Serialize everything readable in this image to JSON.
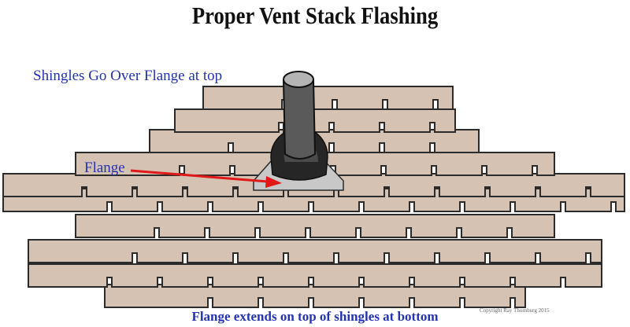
{
  "title": "Proper Vent Stack Flashing",
  "labels": {
    "top": "Shingles Go Over Flange at top",
    "flange": "Flange",
    "bottom": "Flange extends on top of shingles at bottom"
  },
  "copyright": "Copyright Ray Thornburg 2015",
  "colors": {
    "shingle_fill": "#d6c2b2",
    "outline": "#2b2b2b",
    "label_blue": "#2433b0",
    "arrow_red": "#e01818",
    "flange_gray": "#c8c8c8",
    "collar_dark": "#262626",
    "pipe_gray": "#5a5a5a",
    "pipe_top": "#b4b4b4"
  }
}
